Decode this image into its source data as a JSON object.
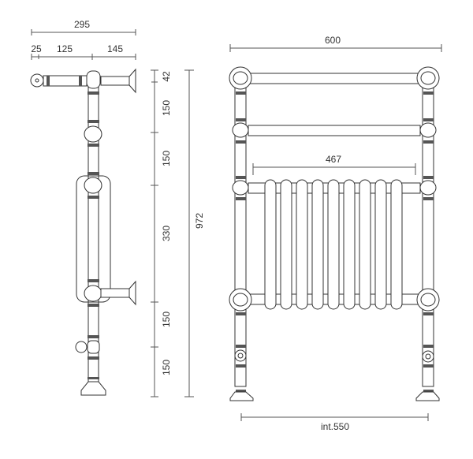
{
  "side_view": {
    "width_total": "295",
    "width_parts": [
      "25",
      "125",
      "145"
    ],
    "height_parts": [
      "42",
      "150",
      "150",
      "330",
      "150",
      "150"
    ],
    "height_total": "972"
  },
  "front_view": {
    "width_total": "600",
    "radiator_width": "467",
    "interaxis": "int.550"
  },
  "colors": {
    "line": "#333333",
    "background": "#ffffff"
  }
}
